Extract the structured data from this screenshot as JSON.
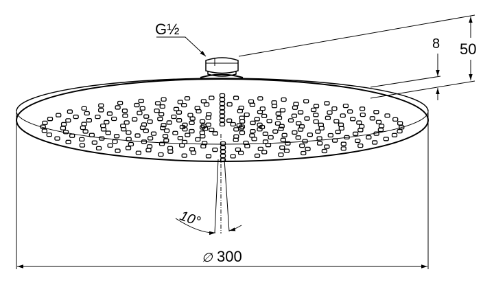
{
  "drawing": {
    "thread_label": "G½",
    "dim_height_total": "50",
    "dim_plate_thickness": "8",
    "spray_angle": "10°",
    "diameter_symbol": "∅",
    "diameter": "300"
  },
  "colors": {
    "line": "#000000",
    "background": "#ffffff"
  }
}
